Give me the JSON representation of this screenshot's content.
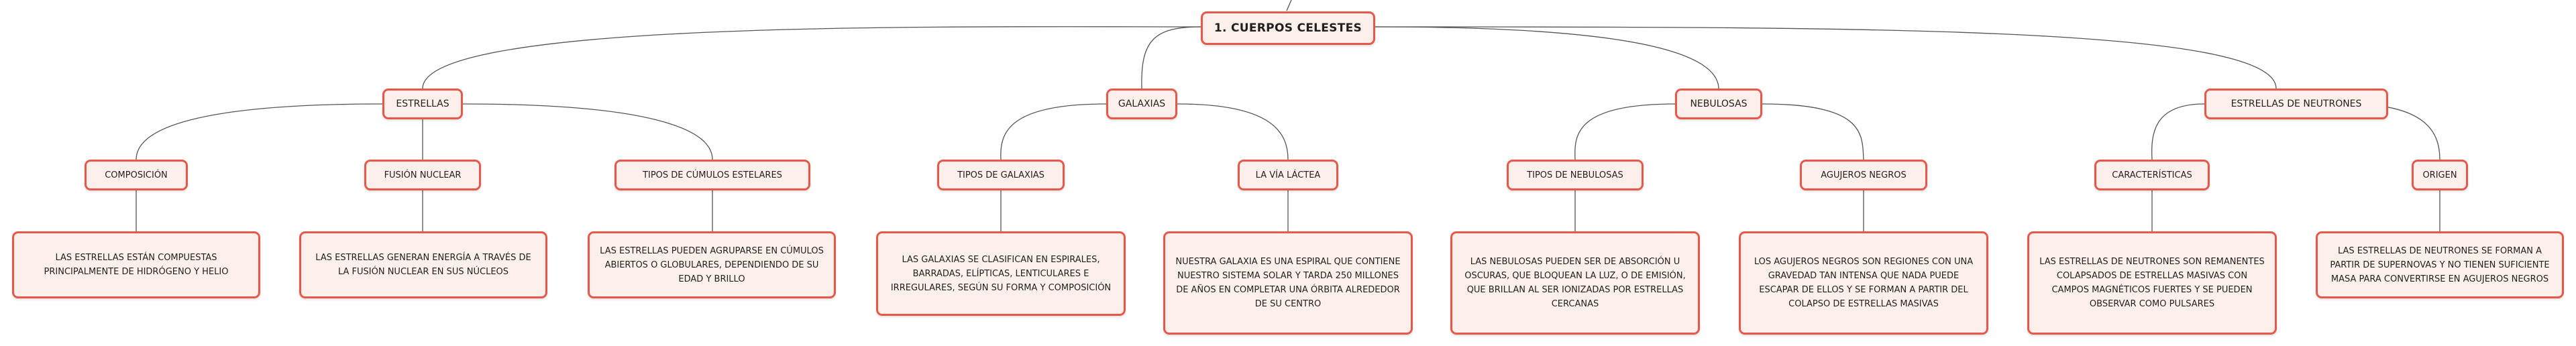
{
  "mindmap": {
    "root": {
      "label": "1. CUERPOS CELESTES"
    },
    "branches": [
      {
        "label": "ESTRELLAS",
        "children": [
          {
            "label": "COMPOSICIÓN",
            "detail": "LAS ESTRELLAS ESTÁN COMPUESTAS PRINCIPALMENTE DE HIDRÓGENO Y HELIO"
          },
          {
            "label": "FUSIÓN NUCLEAR",
            "detail": "LAS ESTRELLAS GENERAN ENERGÍA A TRAVÉS DE LA FUSIÓN NUCLEAR EN SUS NÚCLEOS"
          },
          {
            "label": "TIPOS DE CÚMULOS ESTELARES",
            "detail": "LAS ESTRELLAS PUEDEN AGRUPARSE EN CÚMULOS ABIERTOS O GLOBULARES, DEPENDIENDO DE SU EDAD Y BRILLO"
          }
        ]
      },
      {
        "label": "GALAXIAS",
        "children": [
          {
            "label": "TIPOS DE GALAXIAS",
            "detail": "LAS GALAXIAS SE CLASIFICAN EN ESPIRALES, BARRADAS, ELÍPTICAS, LENTICULARES E IRREGULARES, SEGÚN SU FORMA Y COMPOSICIÓN"
          },
          {
            "label": "LA VÍA LÁCTEA",
            "detail": "NUESTRA GALAXIA ES UNA ESPIRAL QUE CONTIENE NUESTRO SISTEMA SOLAR Y TARDA 250 MILLONES DE AÑOS EN COMPLETAR UNA ÓRBITA ALREDEDOR DE SU CENTRO"
          }
        ]
      },
      {
        "label": "NEBULOSAS",
        "children": [
          {
            "label": "TIPOS DE NEBULOSAS",
            "detail": "LAS NEBULOSAS PUEDEN SER DE ABSORCIÓN U OSCURAS, QUE BLOQUEAN LA LUZ, O DE EMISIÓN, QUE BRILLAN AL SER IONIZADAS POR ESTRELLAS CERCANAS"
          },
          {
            "label": "AGUJEROS NEGROS",
            "detail": "LOS AGUJEROS NEGROS SON REGIONES CON UNA GRAVEDAD TAN INTENSA QUE NADA PUEDE ESCAPAR DE ELLOS Y SE FORMAN A PARTIR DEL COLAPSO DE ESTRELLAS MASIVAS"
          }
        ]
      },
      {
        "label": "ESTRELLAS DE NEUTRONES",
        "children": [
          {
            "label": "CARACTERÍSTICAS",
            "detail": "LAS ESTRELLAS DE NEUTRONES SON REMANENTES COLAPSADOS DE ESTRELLAS MASIVAS CON CAMPOS MAGNÉTICOS FUERTES Y SE PUEDEN OBSERVAR COMO PULSARES"
          },
          {
            "label": "ORIGEN",
            "detail": "LAS ESTRELLAS DE NEUTRONES SE FORMAN A PARTIR DE SUPERNOVAS Y NO TIENEN SUFICIENTE MASA PARA CONVERTIRSE EN AGUJEROS NEGROS"
          }
        ]
      }
    ]
  },
  "colors": {
    "node_border": "#e8584a",
    "node_fill": "#fdf0ea",
    "connector": "#555555",
    "text": "#1f1f1f"
  }
}
